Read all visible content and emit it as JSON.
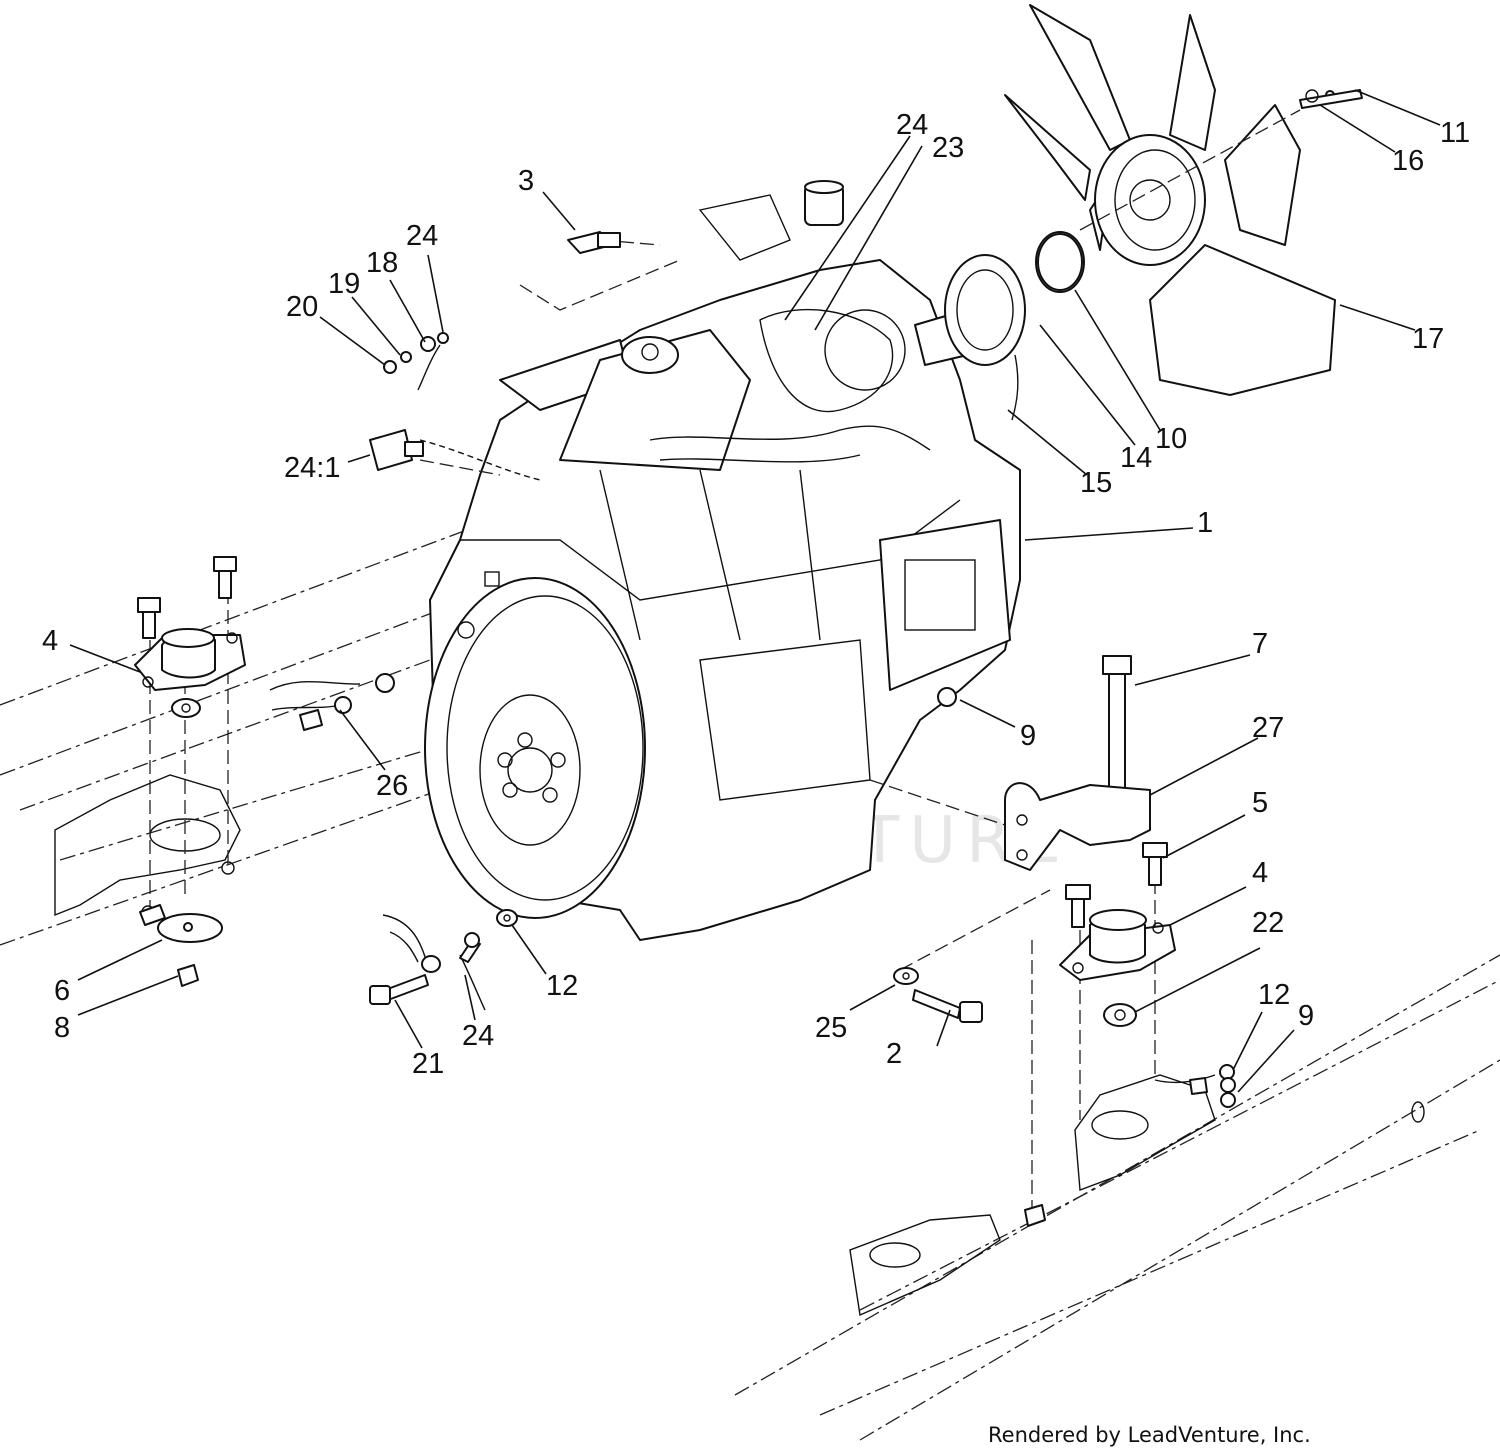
{
  "credit": "Rendered by LeadVenture, Inc.",
  "watermark": "LEADVENTURE",
  "callouts": {
    "c1": "1",
    "c2": "2",
    "c3": "3",
    "c4a": "4",
    "c4b": "4",
    "c5": "5",
    "c6": "6",
    "c7": "7",
    "c8": "8",
    "c9a": "9",
    "c9b": "9",
    "c10": "10",
    "c11": "11",
    "c12a": "12",
    "c12b": "12",
    "c14": "14",
    "c15": "15",
    "c16": "16",
    "c17": "17",
    "c18": "18",
    "c19": "19",
    "c20": "20",
    "c21": "21",
    "c22": "22",
    "c23": "23",
    "c24a": "24",
    "c24b": "24",
    "c24c": "24",
    "c241": "24:1",
    "c25": "25",
    "c26": "26",
    "c27": "27"
  }
}
